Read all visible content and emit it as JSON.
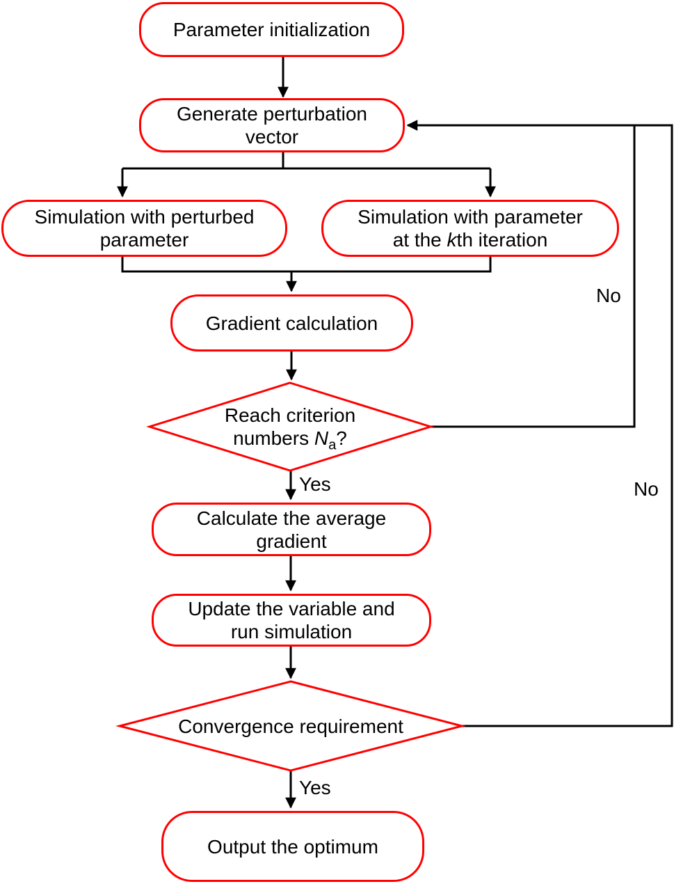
{
  "figure": {
    "type": "flowchart",
    "background_color": "#ffffff",
    "node_border_color": "#ff0000",
    "connector_color": "#000000",
    "text_color": "#000000"
  },
  "nodes": {
    "param_init": {
      "label": "Parameter initialization"
    },
    "gen_vector": {
      "line1": "Generate perturbation",
      "line2": "vector"
    },
    "sim_perturbed": {
      "line1": "Simulation with perturbed",
      "line2": "parameter"
    },
    "sim_kth": {
      "line1": "Simulation with parameter",
      "line2_pre": "at the ",
      "line2_italic": "k",
      "line2_post": "th iteration"
    },
    "gradient_calc": {
      "label": "Gradient calculation"
    },
    "reach_criterion": {
      "line1": "Reach criterion",
      "line2_pre": "numbers ",
      "line2_italic": "N",
      "line2_sub": "a",
      "line2_post": "?"
    },
    "calc_avg_gradient": {
      "line1": "Calculate the average",
      "line2": "gradient"
    },
    "update_variable": {
      "line1": "Update the variable and",
      "line2": "run simulation"
    },
    "convergence": {
      "label": "Convergence requirement"
    },
    "output_optimum": {
      "label": "Output the optimum"
    }
  },
  "edge_labels": {
    "yes_reach": "Yes",
    "no_reach": "No",
    "yes_convergence": "Yes",
    "no_convergence": "No"
  }
}
